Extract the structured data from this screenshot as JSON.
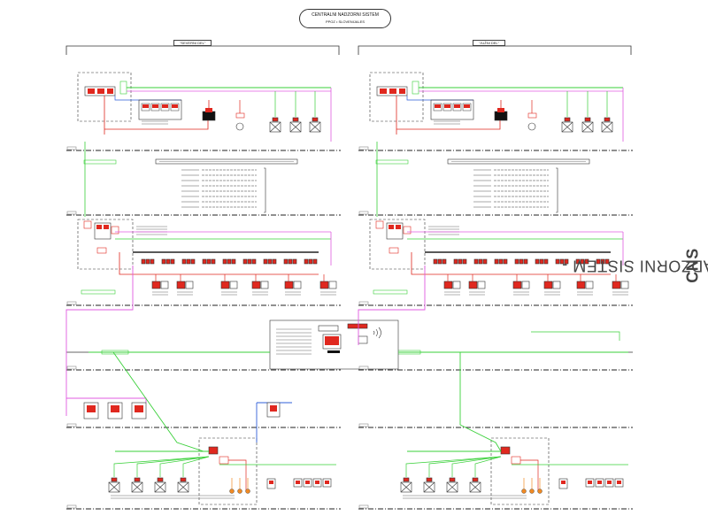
{
  "title": {
    "line1": "CENTRALNI NADZORNI SISTEM",
    "line2": "PPOZ • SLOVENIJALES"
  },
  "sections": {
    "left": "\"SEVERNI DEL\"",
    "right": "\"JUŽNI DEL\""
  },
  "side_title": {
    "main": "CENTRALNI NADZORNI SISTEM - ",
    "abbr": "CNS"
  },
  "colors": {
    "green": "#39d039",
    "red": "#e0281f",
    "magenta": "#e05be0",
    "blue": "#2f5fd8",
    "orange": "#f08a24",
    "dark": "#222222"
  },
  "icons": [
    "fire-panel-icon",
    "detector-icon",
    "valve-icon",
    "computer-icon",
    "camera-icon"
  ]
}
